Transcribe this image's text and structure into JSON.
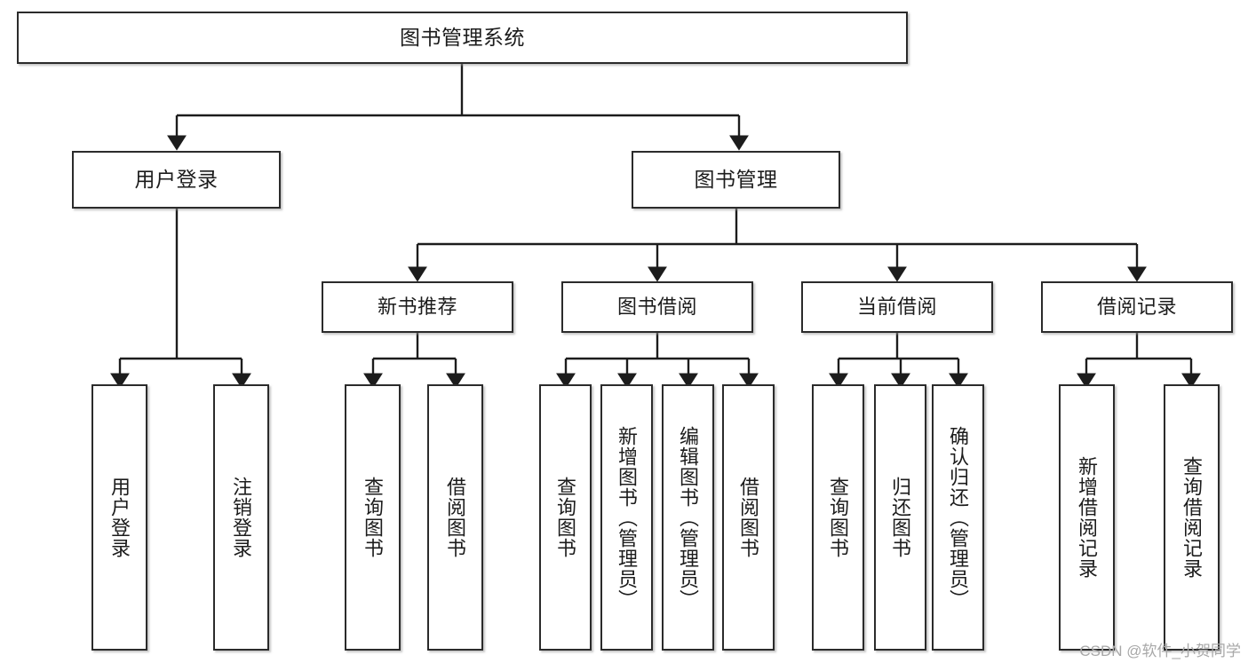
{
  "diagram": {
    "type": "tree-hierarchy",
    "title": "图书管理系统",
    "watermark": "CSDN @软件_小贺同学",
    "colors": {
      "box_border": "#2b2b2b",
      "box_fill": "#ffffff",
      "connector": "#1c1c1c",
      "watermark": "#a8a8a8",
      "background": "#ffffff"
    },
    "root": {
      "label": "图书管理系统"
    },
    "level2": [
      {
        "label": "用户登录"
      },
      {
        "label": "图书管理"
      }
    ],
    "level3": [
      {
        "label": "新书推荐"
      },
      {
        "label": "图书借阅"
      },
      {
        "label": "当前借阅"
      },
      {
        "label": "借阅记录"
      }
    ],
    "leaves": {
      "user_login": [
        {
          "label": "用户登录"
        },
        {
          "label": "注销登录"
        }
      ],
      "new_book_recommend": [
        {
          "label": "查询图书"
        },
        {
          "label": "借阅图书"
        }
      ],
      "book_borrow": [
        {
          "label": "查询图书"
        },
        {
          "label": "新增图书（管理员）"
        },
        {
          "label": "编辑图书（管理员）"
        },
        {
          "label": "借阅图书"
        }
      ],
      "current_borrow": [
        {
          "label": "查询图书"
        },
        {
          "label": "归还图书"
        },
        {
          "label": "确认归还（管理员）"
        }
      ],
      "borrow_record": [
        {
          "label": "新增借阅记录"
        },
        {
          "label": "查询借阅记录"
        }
      ]
    }
  }
}
